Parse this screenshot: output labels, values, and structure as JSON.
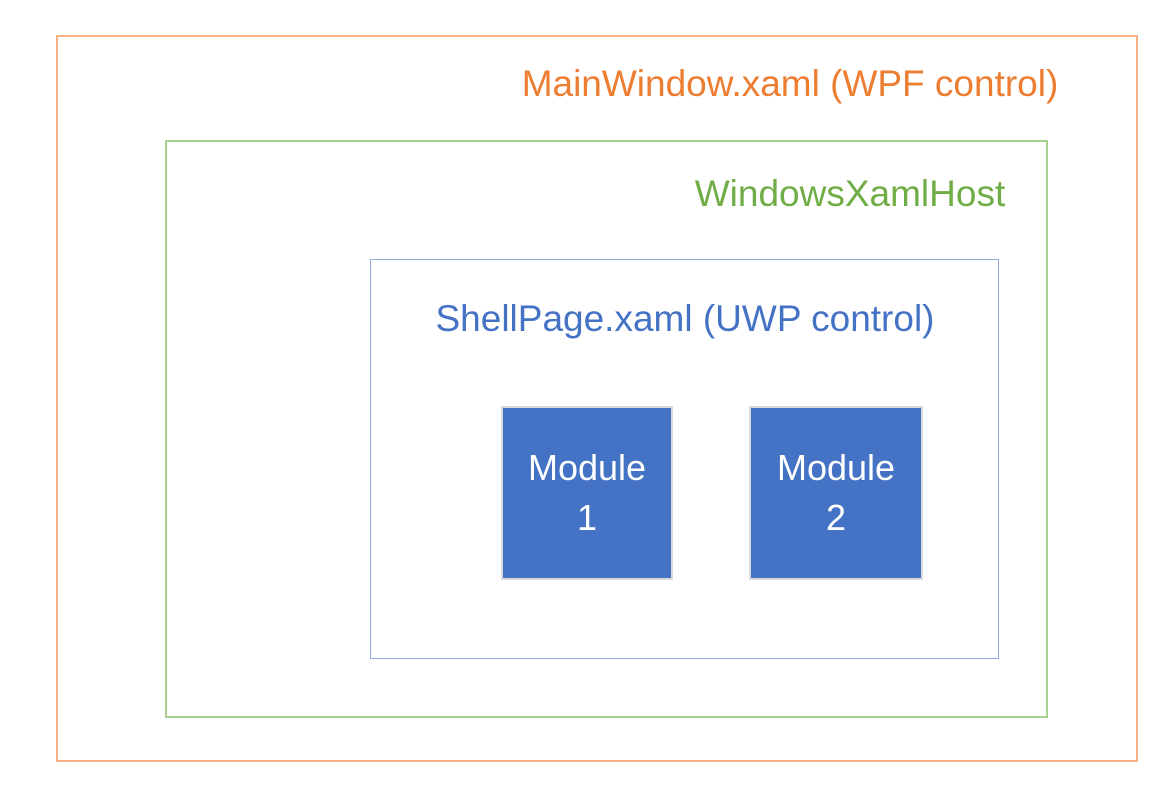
{
  "diagram": {
    "wpf": {
      "label": "MainWindow.xaml (WPF control)"
    },
    "xamlhost": {
      "label": "WindowsXamlHost"
    },
    "shellpage": {
      "label": "ShellPage.xaml (UWP control)"
    },
    "modules": [
      {
        "line1": "Module",
        "line2": "1"
      },
      {
        "line1": "Module",
        "line2": "2"
      }
    ],
    "colors": {
      "wpf-border": "#F4B183",
      "wpf-text": "#ED7D31",
      "xamlhost-border": "#A9D18E",
      "xamlhost-text": "#70AD47",
      "shellpage-border": "#8FAADC",
      "shellpage-text": "#4472C4",
      "module-fill": "#4472C4",
      "module-border": "#D9D9D9",
      "module-text": "#FFFFFF"
    }
  }
}
